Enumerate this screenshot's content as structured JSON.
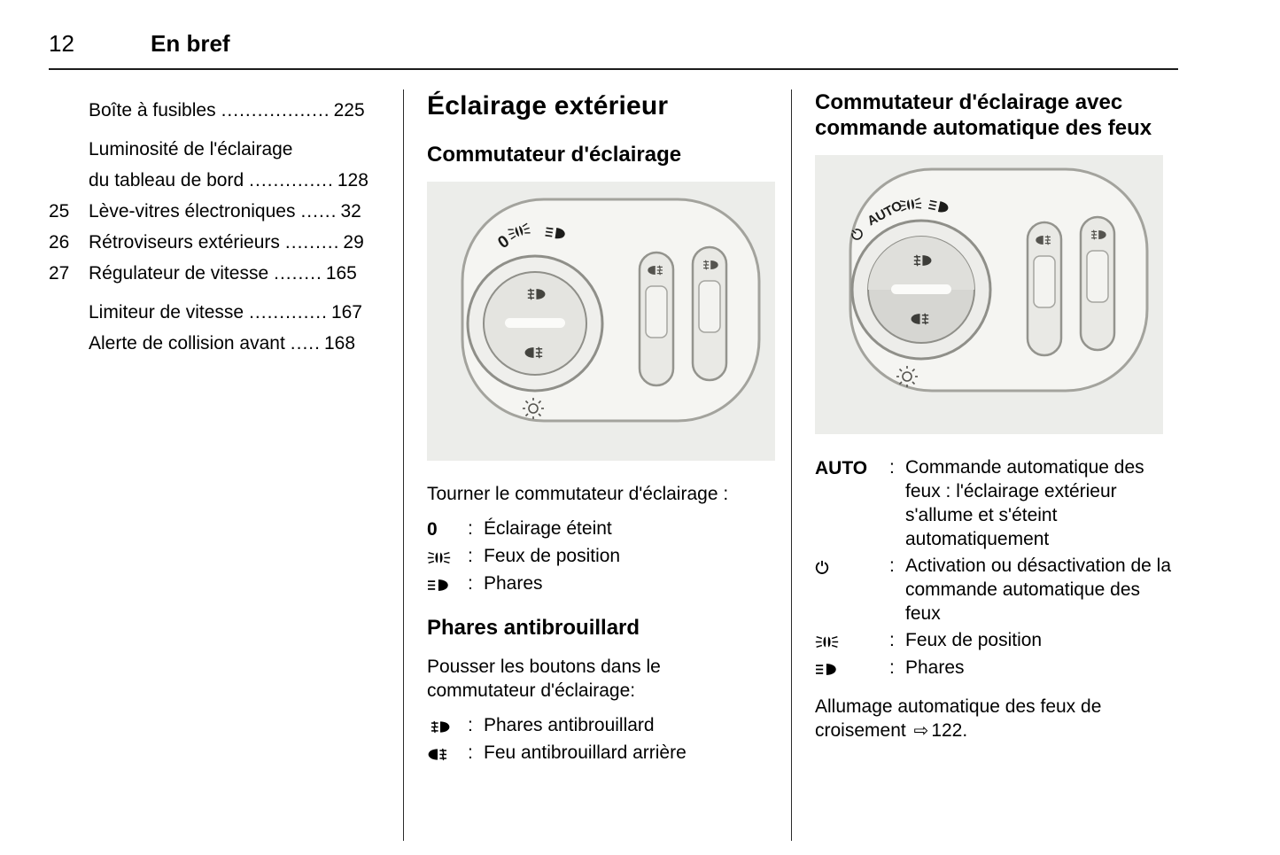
{
  "page": {
    "number": "12",
    "title": "En bref"
  },
  "symbols": {
    "colon": ":"
  },
  "toc": {
    "items": [
      {
        "num": "",
        "label": "Boîte à fusibles",
        "dots": "..................",
        "page": "225"
      },
      {
        "num": "",
        "label": "Luminosité de l'éclairage",
        "dots": "",
        "page": ""
      },
      {
        "num": "",
        "label": "du tableau de bord",
        "dots": "..............",
        "page": "128"
      },
      {
        "num": "25",
        "label": "Lève-vitres électroniques",
        "dots": "......",
        "page": "32"
      },
      {
        "num": "26",
        "label": "Rétroviseurs extérieurs",
        "dots": ".........",
        "page": "29"
      },
      {
        "num": "27",
        "label": "Régulateur de vitesse",
        "dots": "........",
        "page": "165"
      },
      {
        "num": "",
        "label": "Limiteur de vitesse",
        "dots": ".............",
        "page": "167"
      },
      {
        "num": "",
        "label": "Alerte de collision avant",
        "dots": ".....",
        "page": "168"
      }
    ]
  },
  "exterior": {
    "title": "Éclairage extérieur",
    "subtitle": "Commutateur d'éclairage",
    "intro": "Tourner le commutateur d'éclairage :",
    "list": [
      {
        "term": "0",
        "icon": "off-position",
        "desc": "Éclairage éteint"
      },
      {
        "term": "",
        "icon": "position-lights-icon",
        "desc": "Feux de position"
      },
      {
        "term": "",
        "icon": "headlights-icon",
        "desc": "Phares"
      }
    ],
    "fog": {
      "title": "Phares antibrouillard",
      "intro": "Pousser les boutons dans le commutateur d'éclairage:",
      "list": [
        {
          "icon": "front-fog-lights-icon",
          "desc": "Phares antibrouillard"
        },
        {
          "icon": "rear-fog-light-icon",
          "desc": "Feu antibrouillard arrière"
        }
      ]
    }
  },
  "auto_section": {
    "title": "Commutateur d'éclairage avec commande automatique des feux",
    "list": [
      {
        "term": "AUTO",
        "icon": "",
        "desc": "Commande automatique des feux : l'éclairage extérieur s'allume et s'éteint automatiquement"
      },
      {
        "term": "",
        "icon": "power-icon",
        "desc": "Activation ou désactivation de la commande automatique des feux"
      },
      {
        "term": "",
        "icon": "position-lights-icon",
        "desc": "Feux de position"
      },
      {
        "term": "",
        "icon": "headlights-icon",
        "desc": "Phares"
      }
    ],
    "footer_text": "Allumage automatique des feux de croisement",
    "footer_arrow": "⇨",
    "footer_ref": "122."
  },
  "illustrations": {
    "switch_marking_zero": "0",
    "auto_marking": "AUTO"
  },
  "colors": {
    "page_bg": "#ffffff",
    "text": "#000000",
    "illus_bg": "#ecedea",
    "panel": "#f5f5f2",
    "stroke": "#96968f"
  }
}
